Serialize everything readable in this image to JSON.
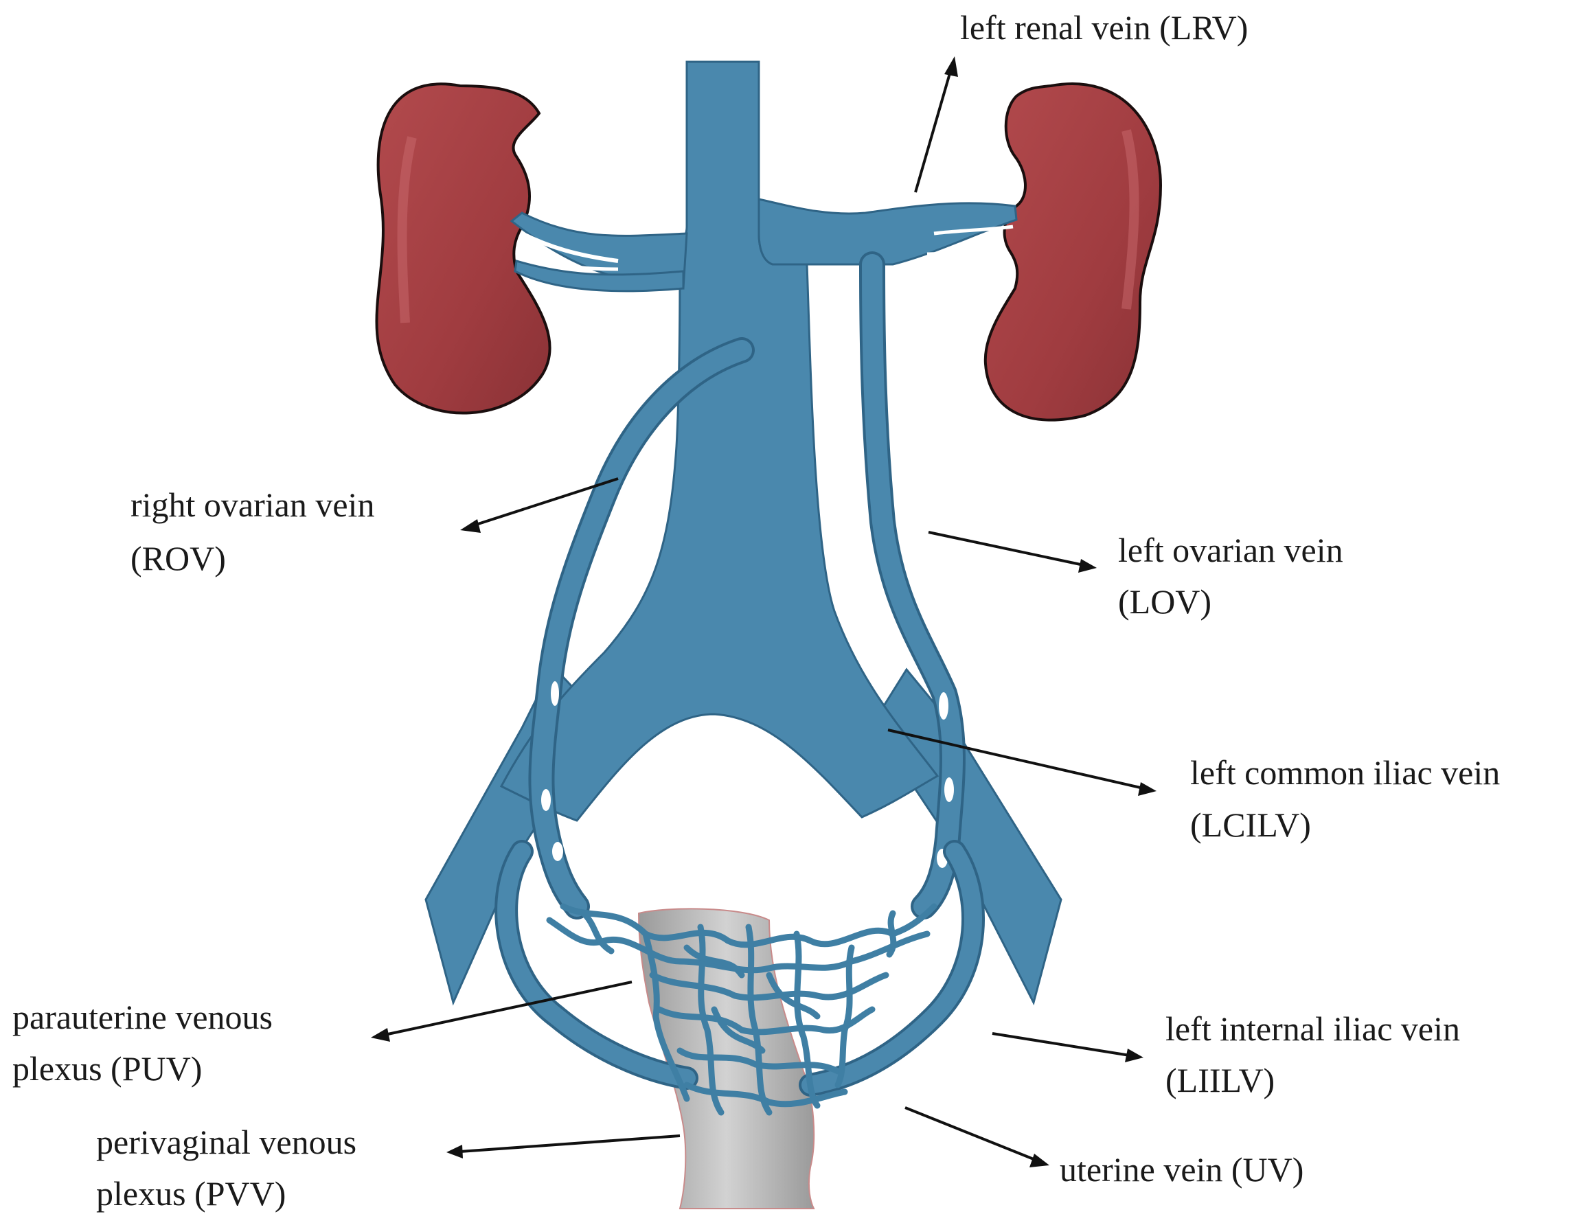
{
  "colors": {
    "vein": "#4a88ad",
    "vein_outline": "#2f6486",
    "kidney": "#a03c40",
    "uterus": "#b9b9b9",
    "text": "#1a1a1a",
    "background": "#ffffff"
  },
  "labels": {
    "lrv": [
      "left renal vein (LRV)"
    ],
    "rov": [
      "right ovarian vein",
      "(ROV)"
    ],
    "lov": [
      "left ovarian vein",
      "(LOV)"
    ],
    "lcilv": [
      "left common iliac vein",
      "(LCILV)"
    ],
    "puv": [
      "parauterine venous",
      "plexus (PUV)"
    ],
    "liilv": [
      "left internal iliac vein",
      "(LIILV)"
    ],
    "pvv": [
      "perivaginal venous",
      "plexus (PVV)"
    ],
    "uv": [
      "uterine vein (UV)"
    ]
  }
}
